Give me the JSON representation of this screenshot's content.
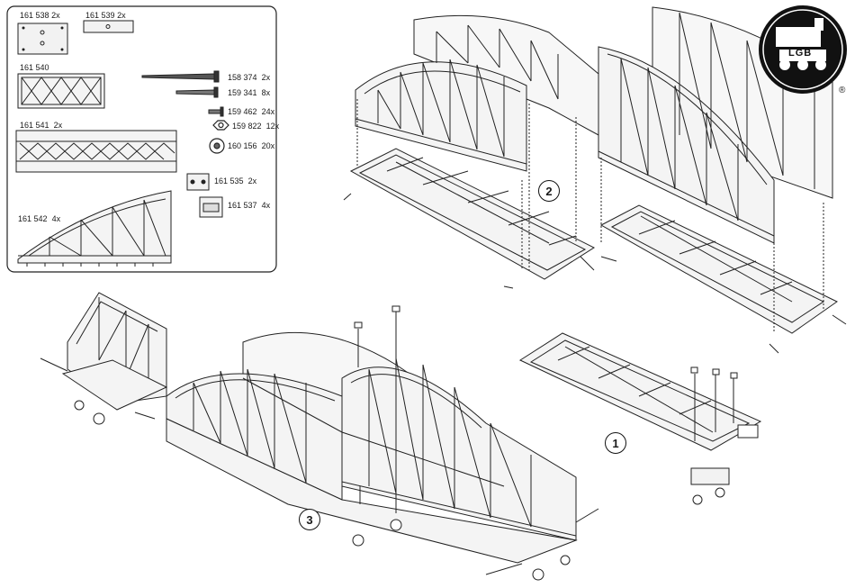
{
  "parts": [
    {
      "number": "161 538",
      "qty": "2x"
    },
    {
      "number": "161 539",
      "qty": "2x"
    },
    {
      "number": "161 540",
      "qty": ""
    },
    {
      "number": "158 374",
      "qty": "2x"
    },
    {
      "number": "159 341",
      "qty": "8x"
    },
    {
      "number": "159 462",
      "qty": "24x"
    },
    {
      "number": "159 822",
      "qty": "12x"
    },
    {
      "number": "160 156",
      "qty": "20x"
    },
    {
      "number": "161 541",
      "qty": "2x"
    },
    {
      "number": "161 535",
      "qty": "2x"
    },
    {
      "number": "161 537",
      "qty": "4x"
    },
    {
      "number": "161 542",
      "qty": "4x"
    }
  ],
  "steps": [
    "1",
    "2",
    "3"
  ],
  "logo": {
    "text": "LGB",
    "registered": "®"
  },
  "colors": {
    "ink": "#1a1a1a",
    "panel_bg": "#ffffff",
    "truss": "#f4f4f4"
  }
}
